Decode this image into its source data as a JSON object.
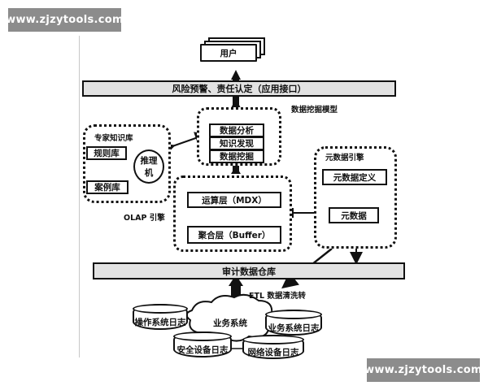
{
  "watermark_top": "www.zjzytools.com",
  "watermark_bottom": "www.zjzytools.com",
  "user_label": "用户",
  "interface_bar": "风险预警、责任认定（应用接口）",
  "mining_model_label": "数据挖掘模型",
  "mining_items": [
    "数据分析",
    "知识发现",
    "数据挖掘"
  ],
  "expert_kb": {
    "title": "专家知识库",
    "rules": "规则库",
    "cases": "案例库",
    "inference": "推理机"
  },
  "olap": {
    "label": "OLAP 引擎",
    "compute_layer": "运算层（MDX）",
    "aggregate_layer": "聚合层（Buffer）"
  },
  "metadata": {
    "title": "元数据引擎",
    "definition": "元数据定义",
    "data": "元数据"
  },
  "warehouse_bar": "审计数据仓库",
  "etl_label": "ETL 数据清洗转",
  "sources": {
    "cloud": "业务系统",
    "os_log": "操作系统日志",
    "biz_log": "业务系统日志",
    "security_log": "安全设备日志",
    "network_log": "网络设备日志"
  }
}
